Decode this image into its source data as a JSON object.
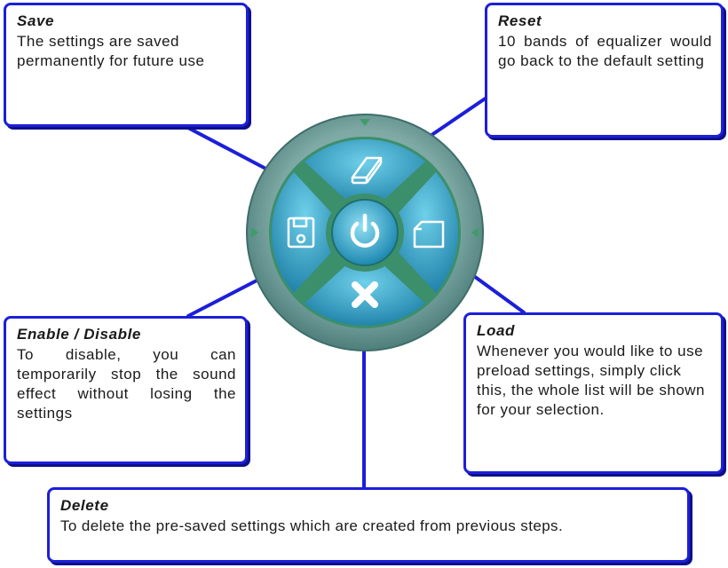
{
  "callouts": {
    "save": {
      "title": "Save",
      "body": "The settings are saved permanently for future use"
    },
    "reset": {
      "title": "Reset",
      "body": "10 bands of equalizer would go back to the default setting"
    },
    "enable": {
      "title": "Enable / Disable",
      "body": "To disable, you can temporarily stop the sound effect without losing the settings"
    },
    "load": {
      "title": "Load",
      "body": "Whenever you would like to use preload settings, simply click this, the whole list will be shown for your selection."
    },
    "delete": {
      "title": "Delete",
      "body": "To delete the pre-saved settings which are created from previous steps."
    }
  },
  "dial_buttons": {
    "top": "eraser-icon",
    "left": "floppy-disk-icon",
    "right": "folder-icon",
    "bottom": "cross-icon",
    "center": "power-icon"
  },
  "colors": {
    "callout_border": "#1c1fd8",
    "connector": "#1c1fd8",
    "dial_rim": "#6e9a97",
    "dial_segment": "#2f9dbf",
    "dial_separator": "#3c8f6b",
    "icon": "#ffffff"
  }
}
